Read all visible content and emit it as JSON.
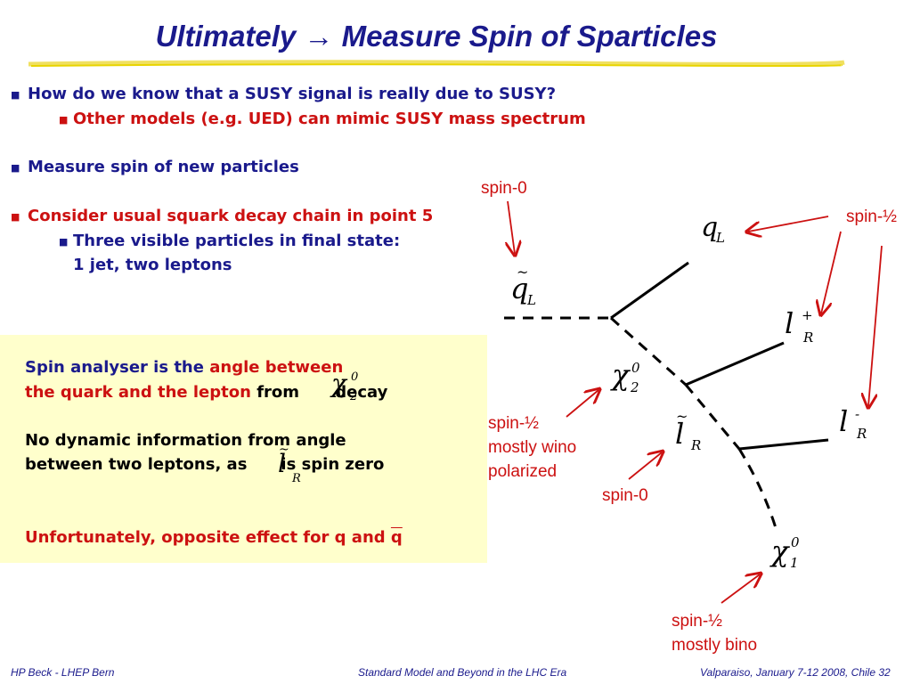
{
  "title": "Ultimately → Measure Spin of Sparticles",
  "bullets": {
    "b1": "How do we know that a SUSY signal is really due to SUSY?",
    "b1a": "Other models (e.g. UED) can mimic SUSY mass spectrum",
    "b2": "Measure spin of new particles",
    "b3": "Consider usual squark decay chain in point 5",
    "b3a_line1": "Three visible particles in final state:",
    "b3a_line2": "1 jet, two leptons"
  },
  "box": {
    "l1a": "Spin analyser is the ",
    "l1b": "angle between",
    "l2a": "the quark and the lepton",
    "l2b": " from",
    "l2c": " decay",
    "l3": "No dynamic information from angle",
    "l4a": "between two leptons, as",
    "l4b": "is spin zero",
    "l5a": "Unfortunately, opposite effect for q and ",
    "l5b": "q"
  },
  "particles": {
    "squark": "q",
    "squark_sub": "L",
    "quark": "q",
    "quark_sub": "L",
    "lepton_plus": "l",
    "lepton_plus_sup": "+",
    "lepton_plus_sub": "R",
    "neutralino2": "χ",
    "neutralino2_sup": "0",
    "neutralino2_sub": "2",
    "slepton": "l",
    "slepton_sub": "R",
    "lepton_minus": "l",
    "lepton_minus_sup": "-",
    "lepton_minus_sub": "R",
    "neutralino1": "χ",
    "neutralino1_sup": "0",
    "neutralino1_sub": "1",
    "box_chi": "χ",
    "box_chi_sup": "0",
    "box_chi_sub": "2",
    "box_l": "l",
    "box_l_sub": "R"
  },
  "labels": {
    "spin0_top": "spin-0",
    "spin_half_right": "spin-½",
    "wino1": "spin-½",
    "wino2": "mostly wino",
    "wino3": "polarized",
    "spin0_mid": "spin-0",
    "bino1": "spin-½",
    "bino2": "mostly bino"
  },
  "footer": {
    "left": "HP Beck - LHEP Bern",
    "center": "Standard Model and Beyond in the LHC Era",
    "right": "Valparaiso, January 7-12 2008, Chile  32"
  },
  "colors": {
    "title": "#1a1a8c",
    "red": "#cc1111",
    "box": "#ffffcc",
    "underline": "#e8d400"
  }
}
